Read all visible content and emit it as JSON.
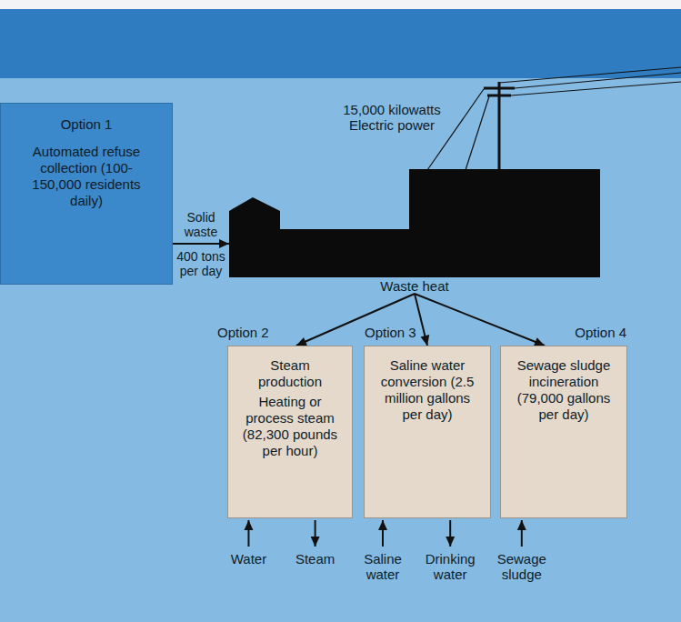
{
  "diagram": {
    "nodes": [
      {
        "text": [
          "Option 1",
          "Automated refuse collection (100-150,000 residents daily)"
        ]
      },
      {
        "text": [
          "Waste heat"
        ]
      },
      {
        "text": [
          "Option 2",
          "Steam production",
          "Heating or process steam (82,300 pounds per hour)"
        ]
      },
      {
        "text": [
          "Option 3",
          "Saline water conversion (2.5 million gallons per day)"
        ]
      },
      {
        "text": [
          "Option 4",
          "Sewage sludge incineration (79,000 gallons per day)"
        ]
      }
    ],
    "edges": [
      {
        "from": 0,
        "to": 1,
        "arrow": "to",
        "label": "Solid waste"
      },
      {
        "from": 1,
        "to": 2,
        "arrow": "to"
      },
      {
        "from": 1,
        "to": 3,
        "arrow": "to"
      },
      {
        "from": 1,
        "to": 4,
        "arrow": "to"
      }
    ],
    "labels": [
      "15,000 kilowatts Electric power",
      "400 tons per day",
      "Water",
      "Steam",
      "Saline water",
      "Drinking water",
      "Sewage sludge"
    ]
  }
}
